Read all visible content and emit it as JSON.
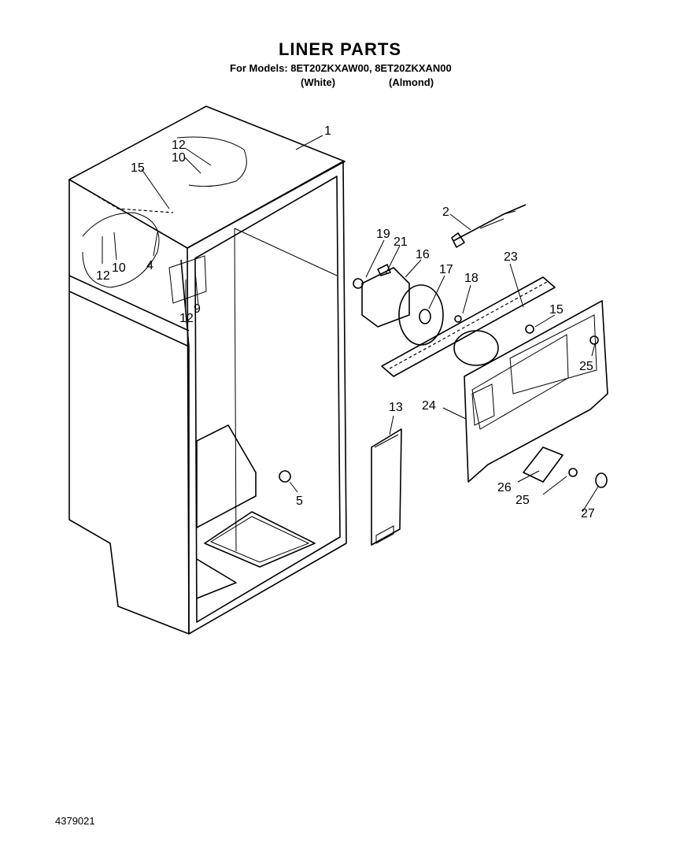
{
  "header": {
    "title": "LINER PARTS",
    "models_line": "For Models: 8ET20ZKXAW00,  8ET20ZKXAN00",
    "color_white": "(White)",
    "color_almond": "(Almond)"
  },
  "footer": {
    "document_number": "4379021"
  },
  "callouts": [
    "1",
    "2",
    "4",
    "5",
    "9",
    "10",
    "10",
    "12",
    "12",
    "12",
    "13",
    "15",
    "15",
    "16",
    "17",
    "18",
    "19",
    "21",
    "23",
    "24",
    "25",
    "25",
    "26",
    "27"
  ]
}
